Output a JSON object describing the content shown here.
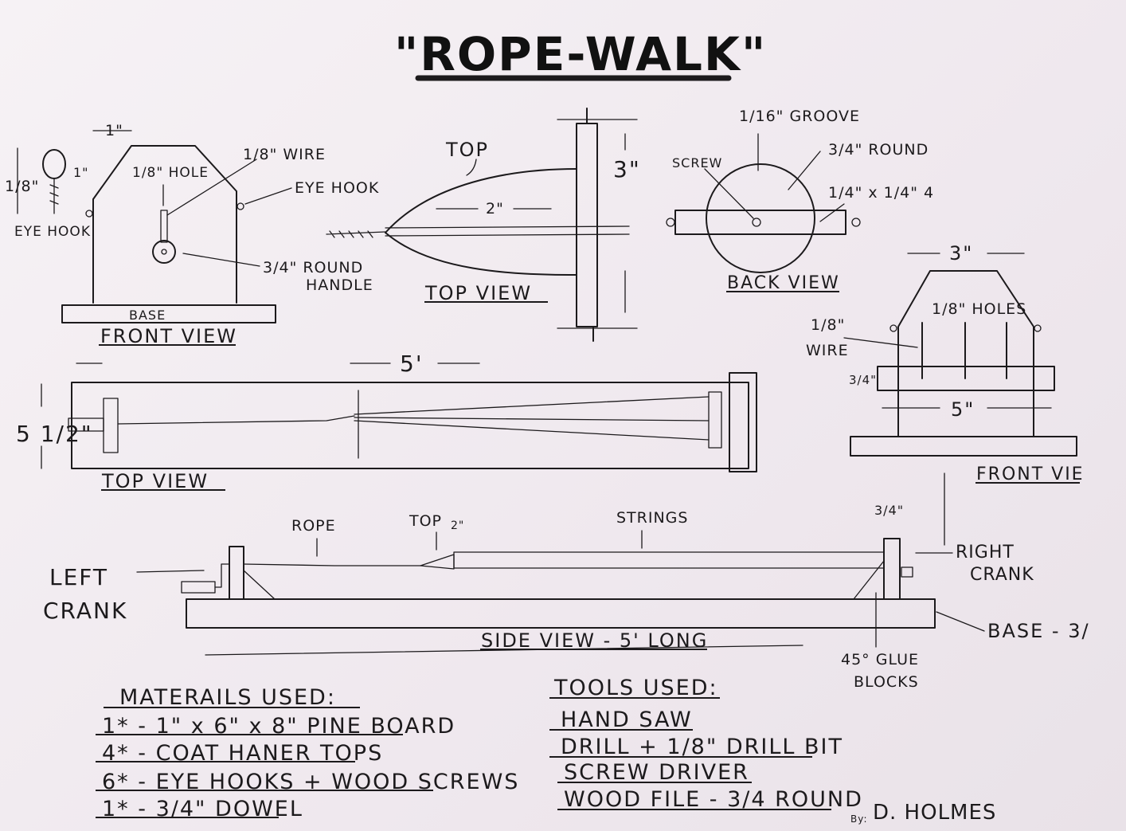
{
  "title": "\"ROPE-WALK\"",
  "front_view": {
    "title": "FRONT VIEW",
    "dim_top": "1\"",
    "dim_side": "1/8\"",
    "dim_inner": "1\"",
    "eye_hook_left": "EYE HOOK",
    "wire": "1/8\" WIRE",
    "hole": "1/8\" HOLE",
    "eye_hook": "EYE HOOK",
    "handle_1": "3/4\" ROUND",
    "handle_2": "HANDLE",
    "base": "BASE"
  },
  "top_view_small": {
    "title": "TOP VIEW",
    "top": "TOP",
    "dim_2": "2\"",
    "dim_3": "3\""
  },
  "back_view": {
    "title": "BACK VIEW",
    "groove": "1/16\" GROOVE",
    "round": "3/4\" ROUND",
    "screw": "SCREW",
    "square": "1/4\" x 1/4\" 4"
  },
  "front_view_right": {
    "title": "FRONT VIE",
    "dim_3": "3\"",
    "holes": "1/8\" HOLES",
    "wire_1": "1/8\"",
    "wire_2": "WIRE",
    "dim_34": "3/4\"",
    "dim_5": "5\""
  },
  "top_view_large": {
    "title": "TOP VIEW",
    "dim_5ft": "5'",
    "dim_5half": "5 1/2\""
  },
  "side_view": {
    "title": "SIDE VIEW - 5' LONG",
    "rope": "ROPE",
    "top": "TOP",
    "top_2": "2\"",
    "strings": "STRINGS",
    "dim_34": "3/4\"",
    "left_crank_1": "LEFT",
    "left_crank_2": "CRANK",
    "right_crank_1": "RIGHT",
    "right_crank_2": "CRANK",
    "base": "BASE - 3/",
    "glue_1": "45° GLUE",
    "glue_2": "BLOCKS"
  },
  "materials": {
    "heading": "MATERAILS USED:",
    "items": [
      "1* - 1\" x 6\" x 8\" PINE BOARD",
      "4* - COAT HANER TOPS",
      "6* - EYE HOOKS + WOOD SCREWS",
      "1* - 3/4\" DOWEL"
    ]
  },
  "tools": {
    "heading": "TOOLS USED:",
    "items": [
      "HAND SAW",
      "DRILL + 1/8\" DRILL BIT",
      "SCREW DRIVER",
      "WOOD FILE - 3/4 ROUND"
    ]
  },
  "author": {
    "by": "By:",
    "name": "D. HOLMES"
  }
}
